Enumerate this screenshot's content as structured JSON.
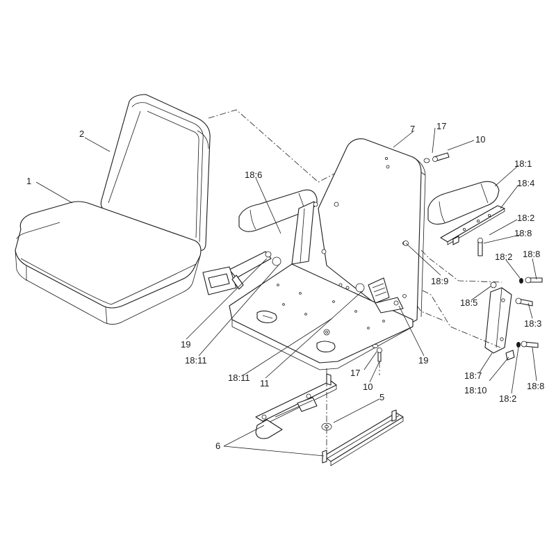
{
  "diagram": {
    "callouts": [
      {
        "id": "c1",
        "text": "1"
      },
      {
        "id": "c2",
        "text": "2"
      },
      {
        "id": "c7",
        "text": "7"
      },
      {
        "id": "c17a",
        "text": "17"
      },
      {
        "id": "c10a",
        "text": "10"
      },
      {
        "id": "c18-6",
        "text": "18:6"
      },
      {
        "id": "c18-1",
        "text": "18:1"
      },
      {
        "id": "c18-4",
        "text": "18:4"
      },
      {
        "id": "c18-2a",
        "text": "18:2"
      },
      {
        "id": "c18-8a",
        "text": "18:8"
      },
      {
        "id": "c18-8b",
        "text": "18:8"
      },
      {
        "id": "c18-2b",
        "text": "18:2"
      },
      {
        "id": "c18-9",
        "text": "18:9"
      },
      {
        "id": "c18-5",
        "text": "18:5"
      },
      {
        "id": "c18-3",
        "text": "18:3"
      },
      {
        "id": "c19a",
        "text": "19"
      },
      {
        "id": "c18-11a",
        "text": "18:11"
      },
      {
        "id": "c18-11b",
        "text": "18:11"
      },
      {
        "id": "c11",
        "text": "11"
      },
      {
        "id": "c19b",
        "text": "19"
      },
      {
        "id": "c17b",
        "text": "17"
      },
      {
        "id": "c10b",
        "text": "10"
      },
      {
        "id": "c18-7",
        "text": "18:7"
      },
      {
        "id": "c18-10",
        "text": "18:10"
      },
      {
        "id": "c18-2c",
        "text": "18:2"
      },
      {
        "id": "c18-8c",
        "text": "18:8"
      },
      {
        "id": "c5",
        "text": "5"
      },
      {
        "id": "c6",
        "text": "6"
      }
    ]
  }
}
